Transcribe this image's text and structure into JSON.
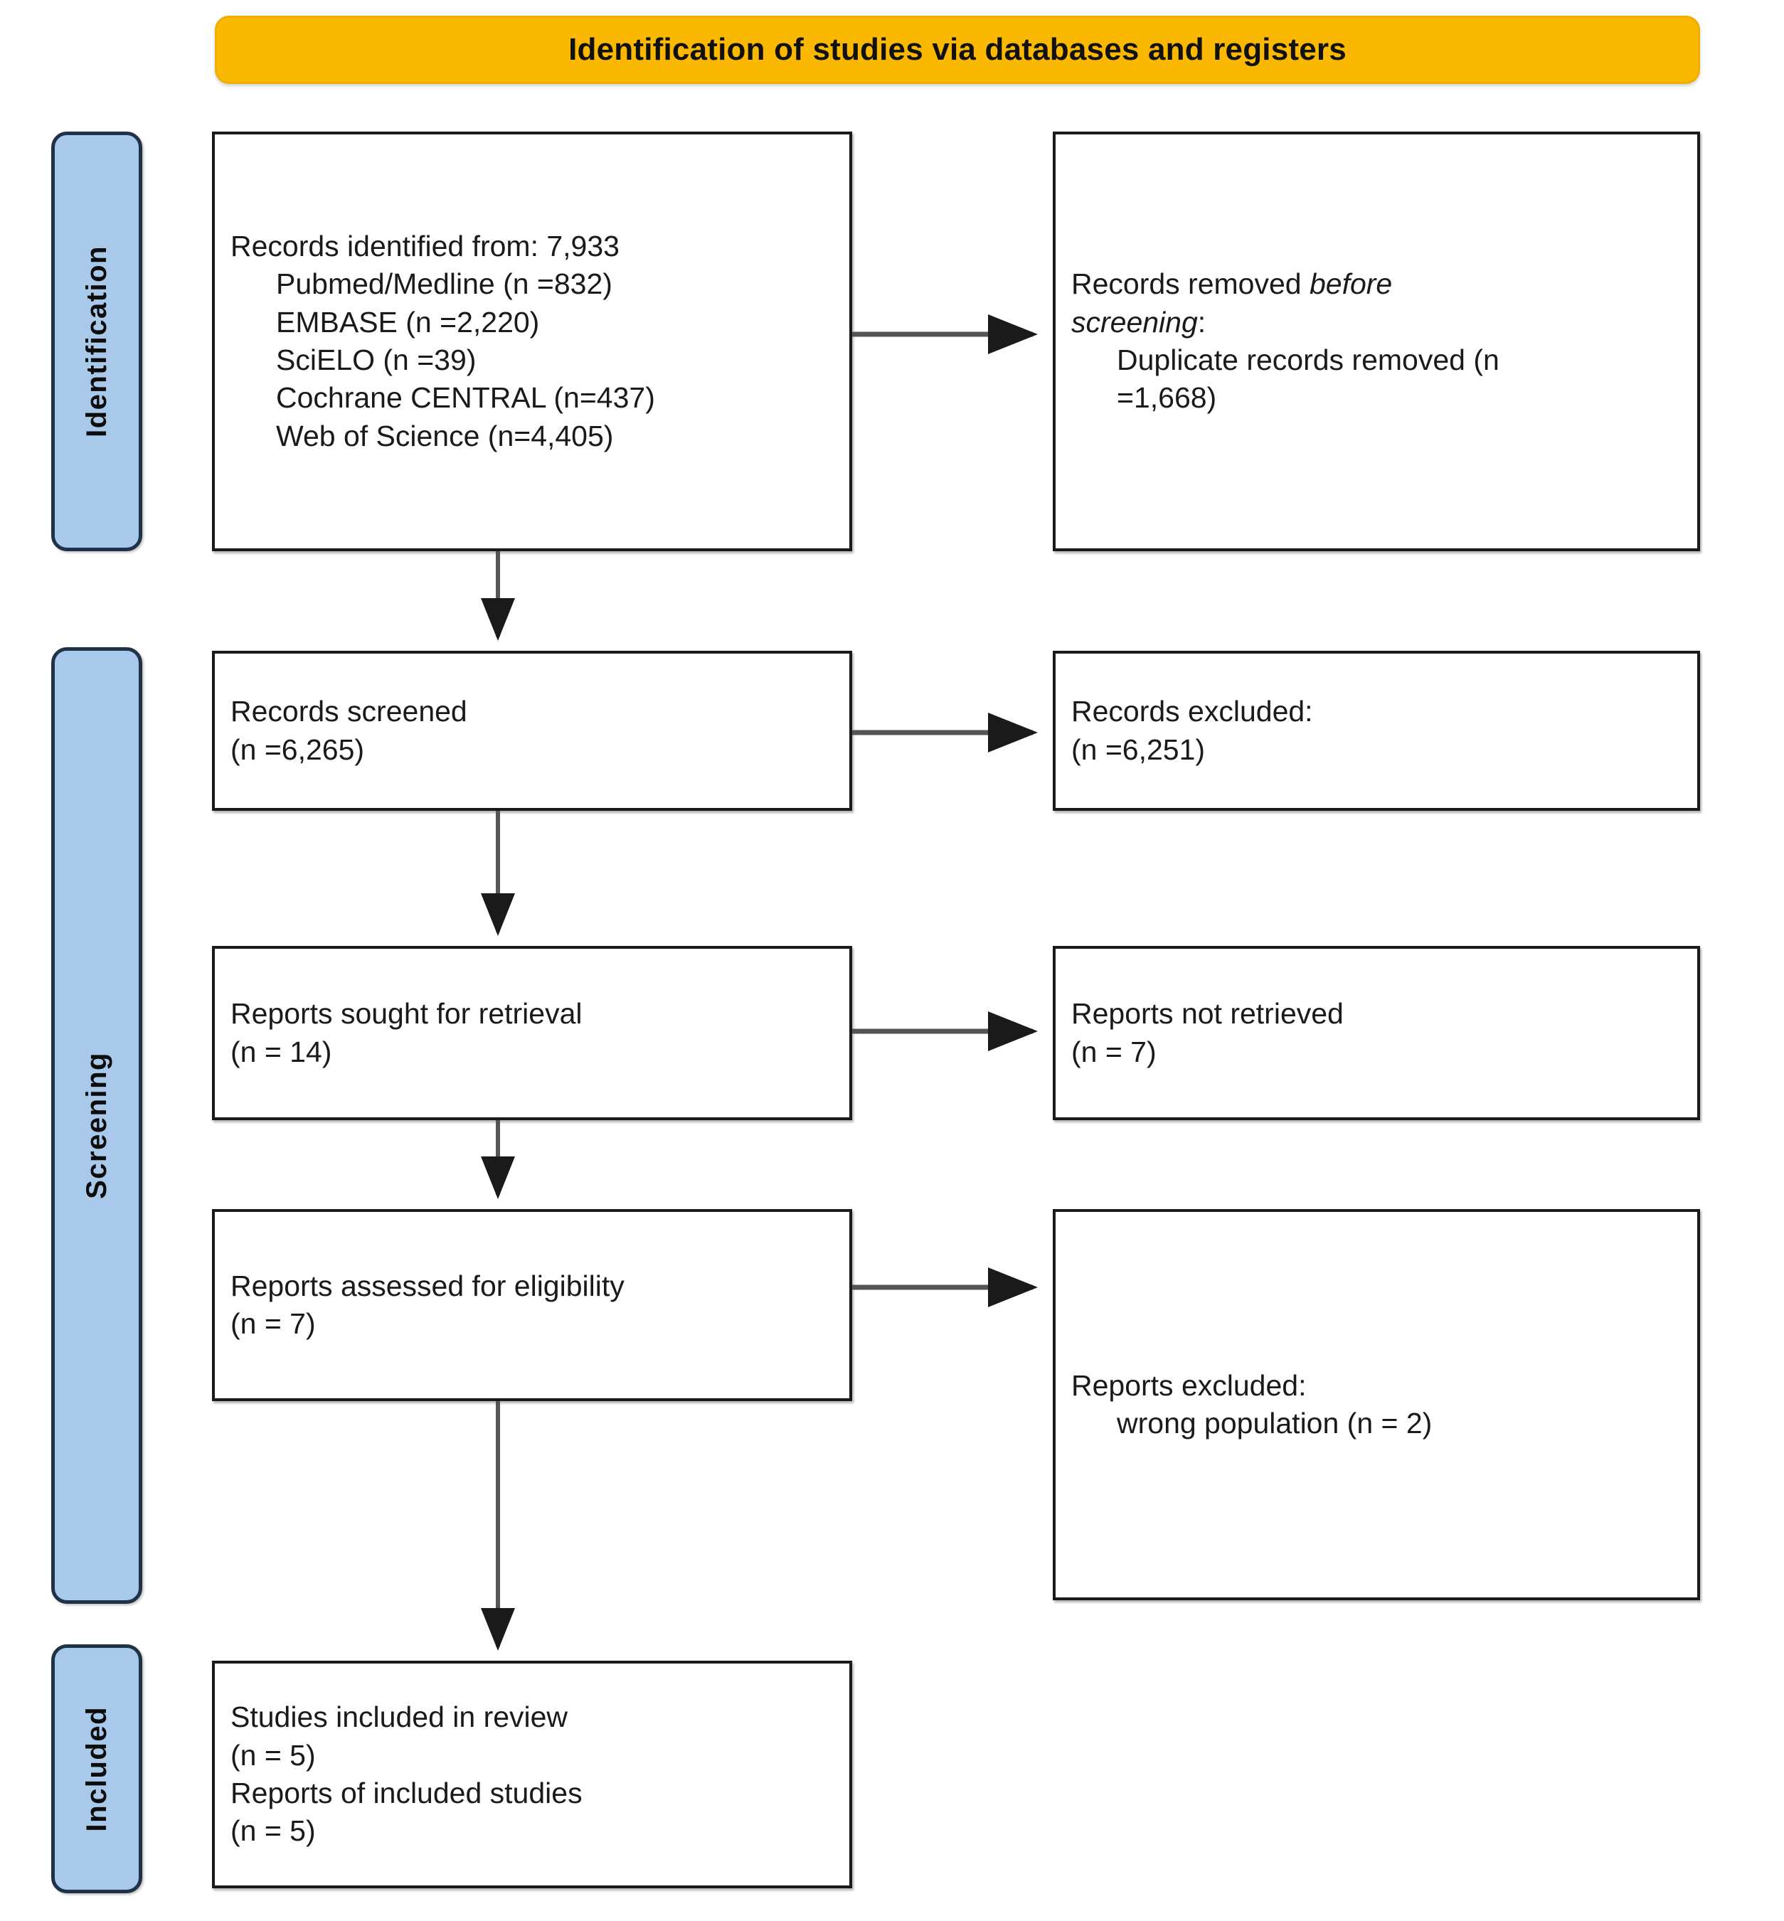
{
  "banner": {
    "title": "Identification of studies via databases and registers",
    "color": "#FAB900"
  },
  "stages": {
    "identification": "Identification",
    "screening": "Screening",
    "included": "Included",
    "color": "#A9C9EA",
    "border_color": "#203248"
  },
  "boxes": {
    "identified": {
      "name": "records-identified",
      "lines": [
        "Records identified from: 7,933",
        "Pubmed/Medline (n =832)",
        "EMBASE (n =2,220)",
        "SciELO (n =39)",
        "Cochrane CENTRAL (n=437)",
        "Web of Science (n=4,405)"
      ]
    },
    "removed": {
      "name": "records-removed-before-screening",
      "line1_prefix": "Records removed ",
      "line1_italic": "before",
      "line2_italic": "screening",
      "line2_suffix": ":",
      "line3": "Duplicate records removed (n",
      "line4": "=1,668)"
    },
    "screened": {
      "name": "records-screened",
      "lines": [
        "Records screened",
        "(n =6,265)"
      ]
    },
    "excluded_records": {
      "name": "records-excluded",
      "lines": [
        "Records excluded:",
        "(n =6,251)"
      ]
    },
    "sought": {
      "name": "reports-sought-for-retrieval",
      "lines": [
        "Reports sought for retrieval",
        "(n = 14)"
      ]
    },
    "not_retrieved": {
      "name": "reports-not-retrieved",
      "lines": [
        "Reports not retrieved",
        "(n = 7)"
      ]
    },
    "assessed": {
      "name": "reports-assessed-for-eligibility",
      "lines": [
        "Reports assessed for eligibility",
        "(n = 7)"
      ]
    },
    "excluded_reports": {
      "name": "reports-excluded",
      "lines": [
        "Reports excluded:",
        "wrong population (n = 2)"
      ]
    },
    "included": {
      "name": "studies-included-in-review",
      "lines": [
        "Studies included in review",
        "(n = 5)",
        "Reports of included studies",
        "(n = 5)"
      ]
    }
  },
  "chart_data": {
    "type": "diagram",
    "title": "Identification of studies via databases and registers",
    "diagram_kind": "PRISMA 2020 flow diagram",
    "stages": [
      "Identification",
      "Screening",
      "Included"
    ],
    "nodes": [
      {
        "id": "identified",
        "stage": "Identification",
        "label": "Records identified from",
        "n": 7933,
        "sources": [
          {
            "name": "Pubmed/Medline",
            "n": 832
          },
          {
            "name": "EMBASE",
            "n": 2220
          },
          {
            "name": "SciELO",
            "n": 39
          },
          {
            "name": "Cochrane CENTRAL",
            "n": 437
          },
          {
            "name": "Web of Science",
            "n": 4405
          }
        ]
      },
      {
        "id": "removed",
        "stage": "Identification",
        "label": "Records removed before screening: Duplicate records removed",
        "n": 1668
      },
      {
        "id": "screened",
        "stage": "Screening",
        "label": "Records screened",
        "n": 6265
      },
      {
        "id": "excluded_records",
        "stage": "Screening",
        "label": "Records excluded",
        "n": 6251
      },
      {
        "id": "sought",
        "stage": "Screening",
        "label": "Reports sought for retrieval",
        "n": 14
      },
      {
        "id": "not_retrieved",
        "stage": "Screening",
        "label": "Reports not retrieved",
        "n": 7
      },
      {
        "id": "assessed",
        "stage": "Screening",
        "label": "Reports assessed for eligibility",
        "n": 7
      },
      {
        "id": "excluded_reports",
        "stage": "Screening",
        "label": "Reports excluded: wrong population",
        "n": 2
      },
      {
        "id": "included_studies",
        "stage": "Included",
        "label": "Studies included in review",
        "n": 5
      },
      {
        "id": "included_reports",
        "stage": "Included",
        "label": "Reports of included studies",
        "n": 5
      }
    ],
    "edges": [
      {
        "from": "identified",
        "to": "removed",
        "direction": "right"
      },
      {
        "from": "identified",
        "to": "screened",
        "direction": "down"
      },
      {
        "from": "screened",
        "to": "excluded_records",
        "direction": "right"
      },
      {
        "from": "screened",
        "to": "sought",
        "direction": "down"
      },
      {
        "from": "sought",
        "to": "not_retrieved",
        "direction": "right"
      },
      {
        "from": "sought",
        "to": "assessed",
        "direction": "down"
      },
      {
        "from": "assessed",
        "to": "excluded_reports",
        "direction": "right"
      },
      {
        "from": "assessed",
        "to": "included_studies",
        "direction": "down"
      }
    ]
  }
}
